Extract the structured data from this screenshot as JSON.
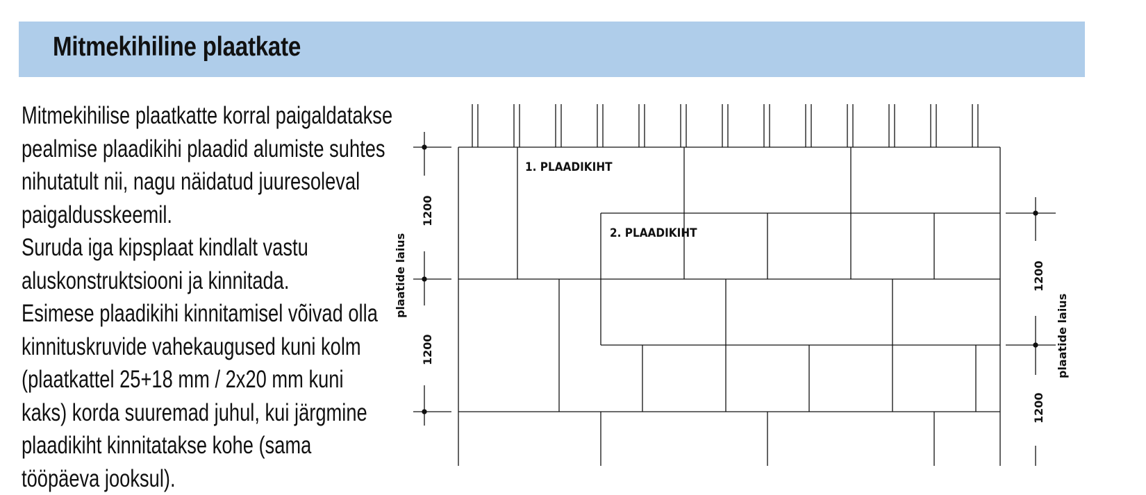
{
  "header": {
    "title": "Mitmekihiline plaatkate",
    "band_color": "#afcdea"
  },
  "body": {
    "lines": [
      "Mitmekihilise plaatkatte korral paigaldatakse",
      "pealmise plaadikihi plaadid alumiste suhtes",
      "nihutatult nii, nagu näidatud juuresoleval",
      "paigaldusskeemil.",
      "Suruda iga kipsplaat kindlalt vastu",
      "aluskonstruktsiooni ja kinnitada.",
      "Esimese plaadikihi kinnitamisel võivad olla",
      "kinnituskruvide vahekaugused kuni kolm",
      "(plaatkattel 25+18 mm / 2x20 mm kuni",
      "kaks) korda suuremad juhul, kui järgmine",
      "plaadikiht kinnitatakse kohe (sama",
      "tööpäeva jooksul)."
    ]
  },
  "diagram": {
    "layer1_label": "1. PLAADIKIHT",
    "layer2_label": "2. PLAADIKIHT",
    "dim_left_top": "1200",
    "dim_left_bottom": "1200",
    "dim_left_caption": "plaatide laius",
    "dim_right_top": "1200",
    "dim_right_bottom": "1200",
    "dim_right_caption": "plaatide laius"
  }
}
